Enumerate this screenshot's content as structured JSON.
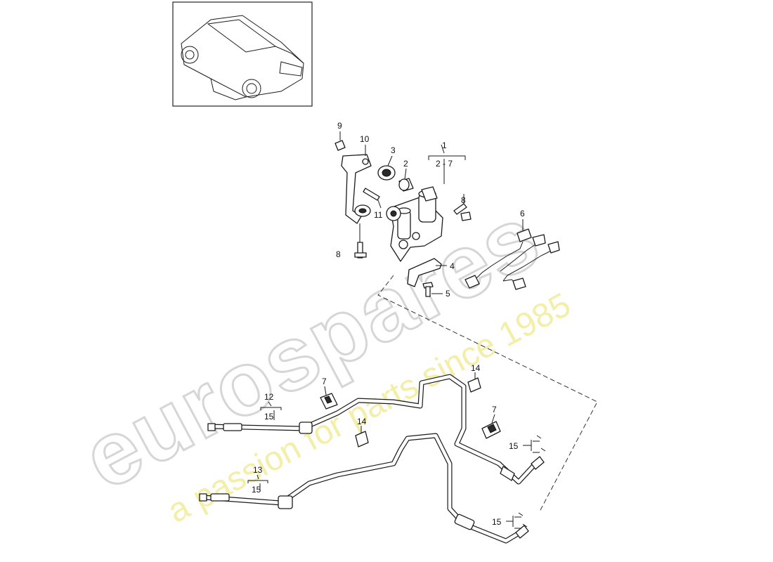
{
  "watermark": {
    "logo_text": "eurospares",
    "tagline": "a passion for parts since 1985"
  },
  "thumbnail": {
    "icon": "car-thumbnail-icon"
  },
  "callouts": {
    "c1": "1",
    "c1_range": "2 - 7",
    "c2": "2",
    "c3": "3",
    "c4": "4",
    "c5": "5",
    "c6": "6",
    "c7a": "7",
    "c7b": "7",
    "c8a": "8",
    "c8b": "8",
    "c9": "9",
    "c10": "10",
    "c11": "11",
    "c12": "12",
    "c12_sub": "15",
    "c13": "13",
    "c13_sub": "15",
    "c14a": "14",
    "c14b": "14",
    "c15a": "15",
    "c15b": "15"
  },
  "colors": {
    "line": "#1a1a1a",
    "watermark_logo": "#d6d6d6",
    "watermark_tagline": "#f2ec9a"
  }
}
